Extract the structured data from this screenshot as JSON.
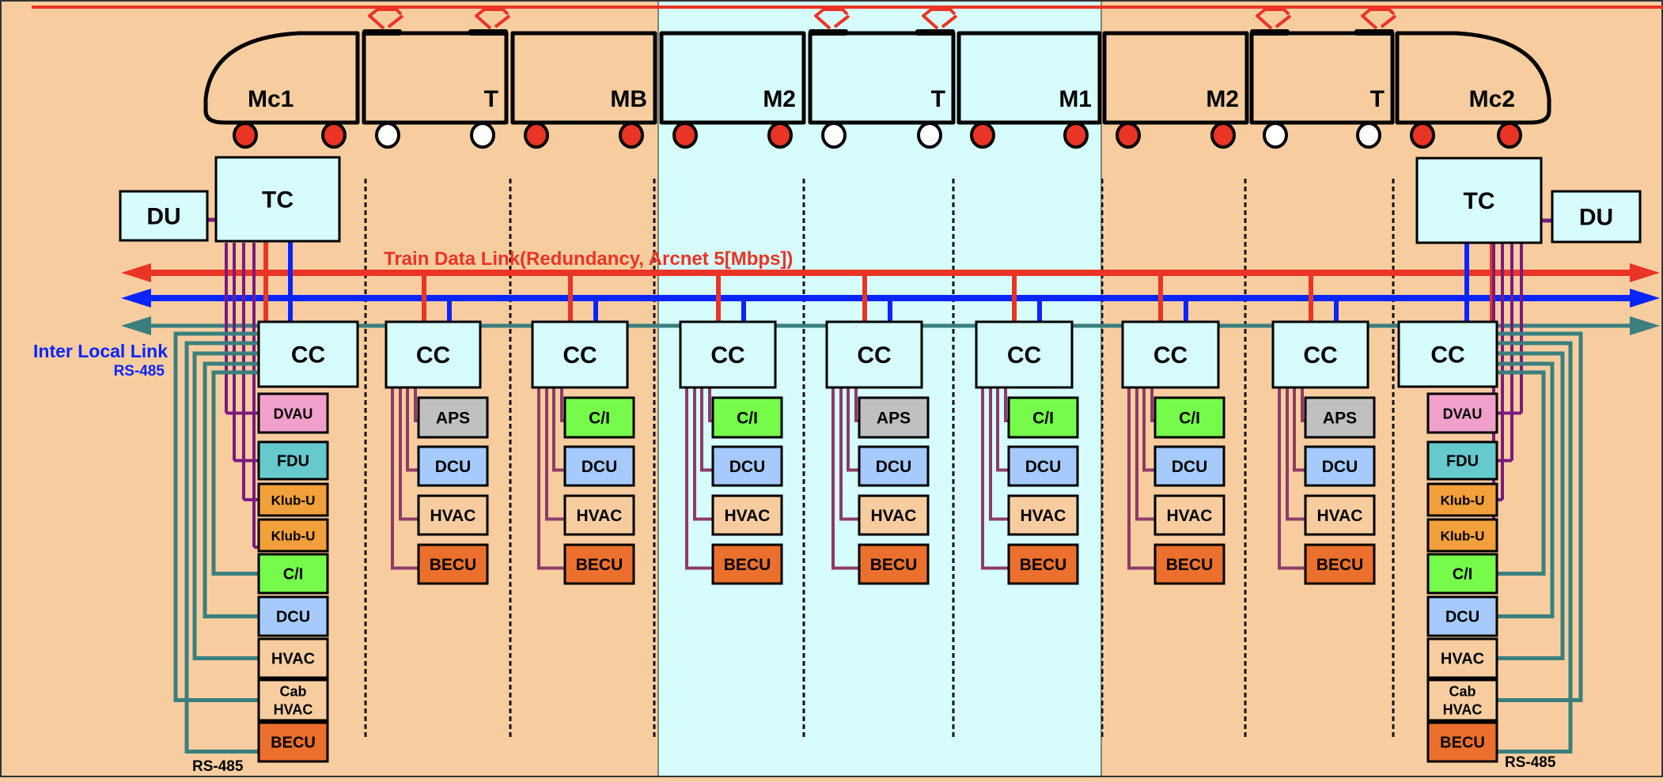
{
  "colors": {
    "background_outer": "#f7cda0",
    "background_middle": "#d6fcfc",
    "train_data_link": "#ea3425",
    "second_link": "#0a24ff",
    "inter_local_link": "#3a7f7e",
    "tc_bus": "#7b1a80",
    "cc_bus": "#8e3b66",
    "wheel_motor": "#ea3425",
    "wheel_trailer": "#ffffff",
    "pantograph": "#ea3425",
    "controller_fill": "#d6fcfc",
    "equipment": {
      "DVAU": "#f1a0cb",
      "FDU": "#66c9cc",
      "Klub-U": "#f2a03c",
      "C/I": "#76fb4b",
      "DCU": "#a5cafb",
      "HVAC": "#f7cda0",
      "Cab HVAC": "#f7cda0",
      "BECU": "#ec702d",
      "APS": "#c0c0c0"
    }
  },
  "cars": [
    {
      "label": "Mc1",
      "type": "cab-left",
      "motor": true,
      "pantograph": false
    },
    {
      "label": "T",
      "type": "trailer",
      "motor": false,
      "pantograph": true
    },
    {
      "label": "MB",
      "type": "motor",
      "motor": true,
      "pantograph": false
    },
    {
      "label": "M2",
      "type": "motor",
      "motor": true,
      "pantograph": false
    },
    {
      "label": "T",
      "type": "trailer",
      "motor": false,
      "pantograph": true
    },
    {
      "label": "M1",
      "type": "motor",
      "motor": true,
      "pantograph": false
    },
    {
      "label": "M2",
      "type": "motor",
      "motor": true,
      "pantograph": false
    },
    {
      "label": "T",
      "type": "trailer",
      "motor": false,
      "pantograph": true
    },
    {
      "label": "Mc2",
      "type": "cab-right",
      "motor": true,
      "pantograph": false
    }
  ],
  "controllers": {
    "tc_label": "TC",
    "du_label": "DU",
    "cc_label": "CC"
  },
  "links": {
    "train_data_link": "Train Data Link(Redundancy, Arcnet 5[Mbps])",
    "inter_local_link": "Inter Local Link",
    "inter_local_link_protocol": "RS-485",
    "rs485_left": "RS-485",
    "rs485_right": "RS-485"
  },
  "equipment_by_car": [
    [
      "DVAU",
      "FDU",
      "Klub-U",
      "Klub-U",
      "C/I",
      "DCU",
      "HVAC",
      "Cab HVAC",
      "BECU"
    ],
    [
      "APS",
      "DCU",
      "HVAC",
      "BECU"
    ],
    [
      "C/I",
      "DCU",
      "HVAC",
      "BECU"
    ],
    [
      "C/I",
      "DCU",
      "HVAC",
      "BECU"
    ],
    [
      "APS",
      "DCU",
      "HVAC",
      "BECU"
    ],
    [
      "C/I",
      "DCU",
      "HVAC",
      "BECU"
    ],
    [
      "C/I",
      "DCU",
      "HVAC",
      "BECU"
    ],
    [
      "APS",
      "DCU",
      "HVAC",
      "BECU"
    ],
    [
      "DVAU",
      "FDU",
      "Klub-U",
      "Klub-U",
      "C/I",
      "DCU",
      "HVAC",
      "Cab HVAC",
      "BECU"
    ]
  ]
}
